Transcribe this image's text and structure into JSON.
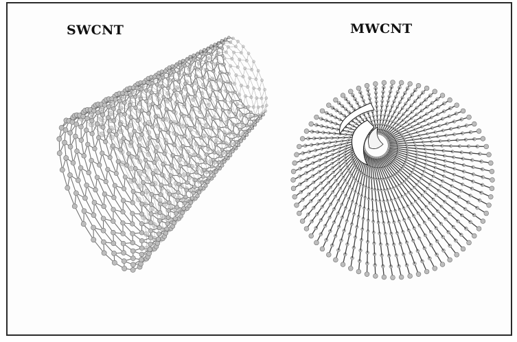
{
  "figure": {
    "left_label": "SWCNT",
    "right_label": "MWCNT"
  },
  "colors": {
    "atom": "#bdbdbd",
    "atom_edge": "#6e6e6e",
    "bond": "#5a5a5a",
    "dark_bond": "#1e1e1e",
    "frame": "#2a2a2a"
  },
  "icons": {
    "left_illustration": "single-walled-nanotube",
    "right_illustration": "multi-walled-nanotube-end-view"
  }
}
